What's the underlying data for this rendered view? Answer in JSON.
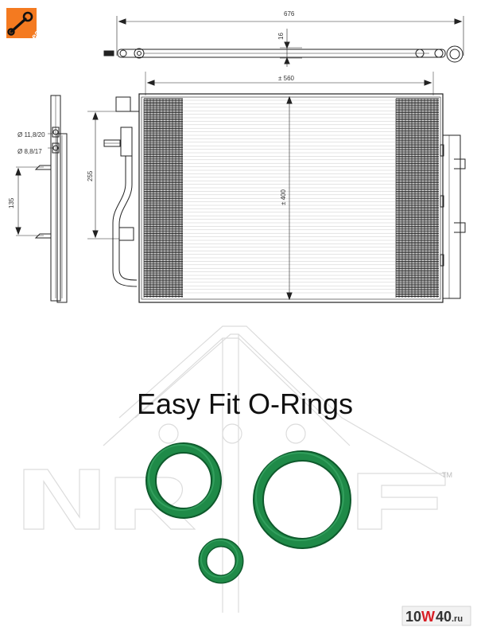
{
  "badge": {
    "label": "easyfit",
    "color": "#f47a20"
  },
  "dimensions": {
    "total_length": "676",
    "height_small": "16",
    "core_width": "± 560",
    "core_height": "± 400",
    "port_spacing": "255",
    "bracket_spacing": "135",
    "pipe_a": "Ø 11,8/20",
    "pipe_b": "Ø 8,8/17"
  },
  "heading": "Easy Fit O-Rings",
  "trademark": "TM",
  "watermark": {
    "prefix": "10",
    "mid": "W",
    "suffix": "40",
    "domain": ".ru"
  },
  "colors": {
    "oring": "#1f8a48",
    "oring_dark": "#0e5a2c",
    "line": "#222222",
    "fins": "#222222",
    "ghost": "#dddddd",
    "watermark_bg": "#f2f2f2",
    "watermark_red": "#d81f26"
  }
}
